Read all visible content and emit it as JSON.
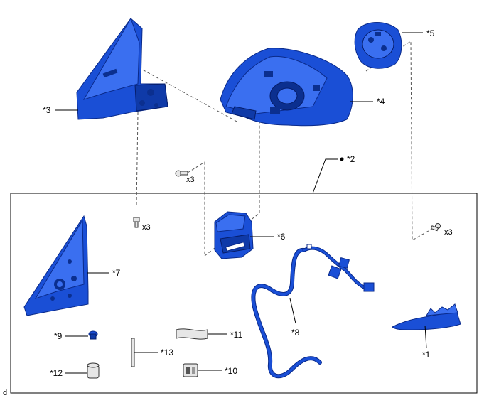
{
  "diagram": {
    "corner_mark": "d",
    "labels": {
      "p1": "*1",
      "p2": "*2",
      "p3": "*3",
      "p4": "*4",
      "p5": "*5",
      "p6": "*6",
      "p7": "*7",
      "p8": "*8",
      "p9": "*9",
      "p10": "*10",
      "p11": "*11",
      "p12": "*12",
      "p13": "*13"
    },
    "quantities": {
      "screw_top": "x3",
      "screw_left": "x3",
      "screw_right": "x3"
    },
    "colors": {
      "part_fill": "#1a4fd6",
      "part_outline": "#0a2a8a",
      "fastener_fill": "#e6e6e6"
    },
    "parts": [
      {
        "id": "p1",
        "name": "mirror-cover-piece"
      },
      {
        "id": "p2",
        "name": "sub-assembly"
      },
      {
        "id": "p3",
        "name": "mirror-base-bracket"
      },
      {
        "id": "p4",
        "name": "mirror-housing"
      },
      {
        "id": "p5",
        "name": "mirror-actuator"
      },
      {
        "id": "p6",
        "name": "retractor-motor"
      },
      {
        "id": "p7",
        "name": "bracket-plate"
      },
      {
        "id": "p8",
        "name": "wire-harness"
      },
      {
        "id": "p9",
        "name": "clip"
      },
      {
        "id": "p10",
        "name": "connector"
      },
      {
        "id": "p11",
        "name": "tape"
      },
      {
        "id": "p12",
        "name": "cushion"
      },
      {
        "id": "p13",
        "name": "rod"
      }
    ]
  }
}
